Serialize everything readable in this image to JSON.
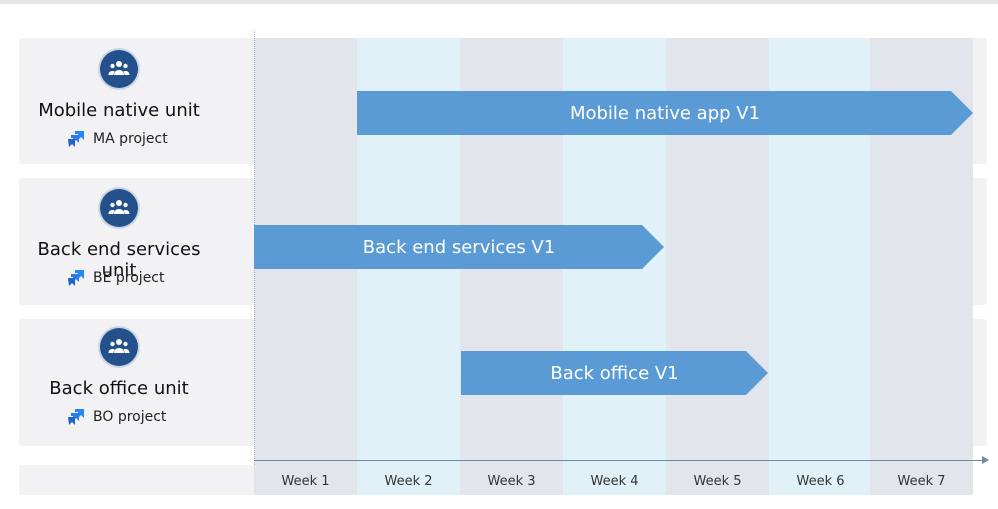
{
  "units": [
    {
      "name": "Mobile native unit",
      "project": "MA project",
      "icon": "team-icon"
    },
    {
      "name": "Back end services unit",
      "project": "BE project",
      "icon": "team-icon"
    },
    {
      "name": "Back office unit",
      "project": "BO project",
      "icon": "team-icon"
    }
  ],
  "bars": [
    {
      "label": "Mobile native app V1",
      "start_week": "Week 2",
      "end_week": "Week 7",
      "color": "#5b9bd5"
    },
    {
      "label": "Back end services V1",
      "start_week": "Week 1",
      "end_week": "Week 4",
      "color": "#5b9bd5"
    },
    {
      "label": "Back office V1",
      "start_week": "Week 3",
      "end_week": "Week 5",
      "color": "#5b9bd5"
    }
  ],
  "weeks": [
    "Week 1",
    "Week 2",
    "Week 3",
    "Week 4",
    "Week 5",
    "Week 6",
    "Week 7"
  ],
  "colors": {
    "bar": "#5b9bd5",
    "icon": "#24508c",
    "jira": "#2684ff"
  }
}
